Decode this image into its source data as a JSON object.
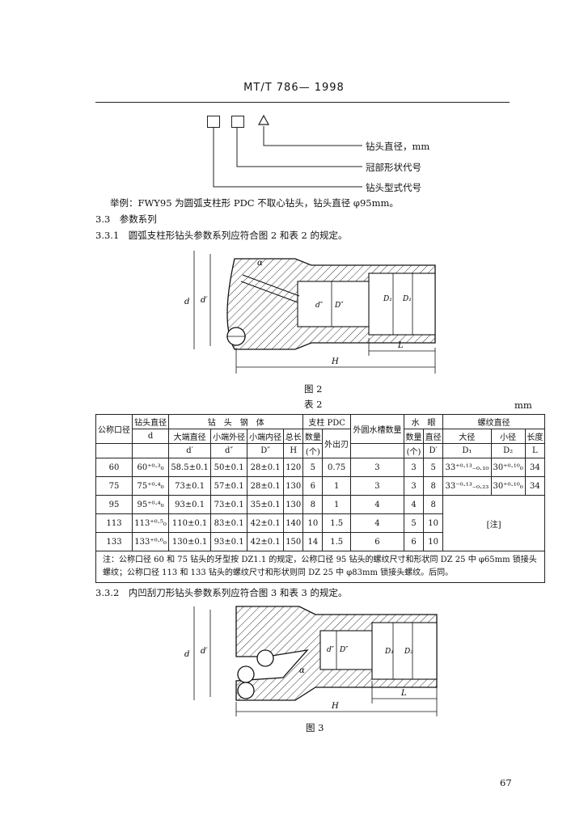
{
  "header": {
    "standard": "MT/T 786— 1998"
  },
  "code_legend": {
    "items": [
      "钻头直径，mm",
      "冠部形状代号",
      "钻头型式代号"
    ],
    "example": "举例：FWY95 为圆弧支柱形 PDC 不取心钻头，钻头直径 φ95mm。"
  },
  "sections": {
    "s33": "3.3　参数系列",
    "s331": "3.3.1　圆弧支柱形钻头参数系列应符合图 2 和表 2 的规定。",
    "s332": "3.3.2　内凹刮刀形钻头参数系列应符合图 3 和表 3 的规定。"
  },
  "figure2": {
    "caption": "图 2",
    "labels": {
      "d": "d",
      "d1": "d′",
      "d2": "d″",
      "D2": "D″",
      "D1": "D₁",
      "Dthread": "D₁",
      "L": "L",
      "H": "H",
      "alpha": "α"
    }
  },
  "figure3": {
    "caption": "图 3",
    "labels": {
      "d": "d",
      "d1": "d′",
      "d2": "d″",
      "D2": "D″",
      "D1": "D₁",
      "D2b": "D₂",
      "L": "L",
      "H": "H",
      "alpha": "α"
    }
  },
  "table2": {
    "caption": "表 2",
    "unit": "mm",
    "headers": {
      "nominal": "公称口径",
      "bit_dia": "钻头直径",
      "bit_dia_sym": "d",
      "body": "钻　头　钢　体",
      "big_dia": "大端直径",
      "big_sym": "d′",
      "small_od": "小端外径",
      "small_od_sym": "d″",
      "small_id": "小端内径",
      "small_id_sym": "D″",
      "length": "总长",
      "length_sym": "H",
      "pdc": "支柱 PDC",
      "count": "数量",
      "count_unit": "(个)",
      "protrude": "外出刃",
      "outer": "外圆水槽数量",
      "water": "水　眼",
      "w_count": "数量",
      "w_unit": "(个)",
      "w_dia": "直径",
      "w_sym": "D′",
      "thread": "螺纹直径",
      "major": "大径",
      "major_sym": "D₁",
      "minor": "小径",
      "minor_sym": "D₂",
      "len": "长度",
      "len_sym": "L"
    },
    "rows": [
      [
        "60",
        "60⁺⁰·³₀",
        "58.5±0.1",
        "50±0.1",
        "28±0.1",
        "120",
        "5",
        "0.75",
        "3",
        "3",
        "5",
        "33⁺⁰·¹³₋₀.₁₀",
        "30⁺⁰·¹⁰₀",
        "34"
      ],
      [
        "75",
        "75⁺⁰·⁴₀",
        "73±0.1",
        "57±0.1",
        "28±0.1",
        "130",
        "6",
        "1",
        "3",
        "3",
        "8",
        "33⁻⁰·¹³₋₀.₂₃",
        "30⁺⁰·¹⁰₀",
        "34"
      ],
      [
        "95",
        "95⁺⁰·⁴₀",
        "93±0.1",
        "73±0.1",
        "35±0.1",
        "130",
        "8",
        "1",
        "4",
        "4",
        "8"
      ],
      [
        "113",
        "113⁺⁰·⁵₀",
        "110±0.1",
        "83±0.1",
        "42±0.1",
        "140",
        "10",
        "1.5",
        "4",
        "5",
        "10"
      ],
      [
        "133",
        "133⁺⁰·⁶₀",
        "130±0.1",
        "93±0.1",
        "42±0.1",
        "150",
        "14",
        "1.5",
        "6",
        "6",
        "10"
      ]
    ],
    "merged_note_cell": "[注]",
    "note": "注：公称口径 60 和 75 钻头的牙型按 DZ1.1 的规定，公称口径 95 钻头的螺纹尺寸和形状同 DZ 25 中 φ65mm 锁接头螺纹；公称口径 113 和 133 钻头的螺纹尺寸和形状则同 DZ 25 中 φ83mm 锁接头螺纹。后同。"
  },
  "footer": {
    "page": "67"
  }
}
